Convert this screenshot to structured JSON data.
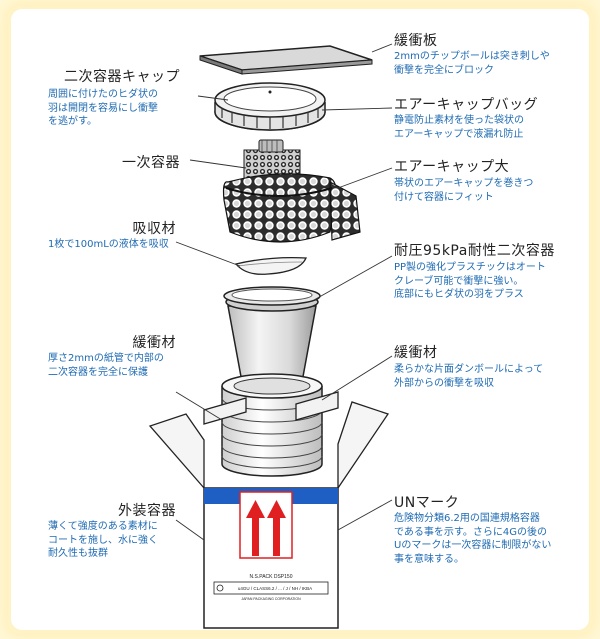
{
  "labels": {
    "cushion_board": {
      "title": "緩衝板",
      "desc": "2mmのチップボールは突き刺しや\n衝撃を完全にブロック"
    },
    "secondary_cap": {
      "title": "二次容器キャップ",
      "desc": "周囲に付けたのヒダ状の\n羽は開閉を容易にし衝撃\nを逃がす。"
    },
    "bubble_bag": {
      "title": "エアーキャップバッグ",
      "desc": "静電防止素材を使った袋状の\nエアーキャップで液漏れ防止"
    },
    "primary_container": {
      "title": "一次容器"
    },
    "bubble_large": {
      "title": "エアーキャップ大",
      "desc": "帯状のエアーキャップを巻きつ\n付けて容器にフィット"
    },
    "absorbent": {
      "title": "吸収材",
      "desc": "1枚で100mLの液体を吸収"
    },
    "secondary_container": {
      "title": "耐圧95kPa耐性二次容器",
      "desc": "PP製の強化プラスチックはオート\nクレーブ可能で衝撃に強い。\n底部にもヒダ状の羽をプラス"
    },
    "cushion_left": {
      "title": "緩衝材",
      "desc": "厚さ2mmの紙管で内部の\n二次容器を完全に保護"
    },
    "cushion_right": {
      "title": "緩衝材",
      "desc": "柔らかな片面ダンボールによって\n外部からの衝撃を吸収"
    },
    "outer_box": {
      "title": "外装容器",
      "desc": "薄くて強度のある素材に\nコートを施し、水に強く\n耐久性も抜群"
    },
    "un_mark": {
      "title": "UNマーク",
      "desc": "危険物分類6.2用の国連規格容器\nである事を示す。さらに4Gの後の\nUのマークは一次容器に制限がない\n事を意味する。"
    }
  },
  "box_print": {
    "model": "N.S.PACK DSP150",
    "maker": "JAPAN PACKAGING CORPORATION",
    "code": "u4GU / CLASS6.2 / ... / J / NH / IKBA"
  },
  "colors": {
    "text_blue": "#1f6bb3",
    "band_blue": "#1f5fc4",
    "arrow_red": "#e02020"
  }
}
